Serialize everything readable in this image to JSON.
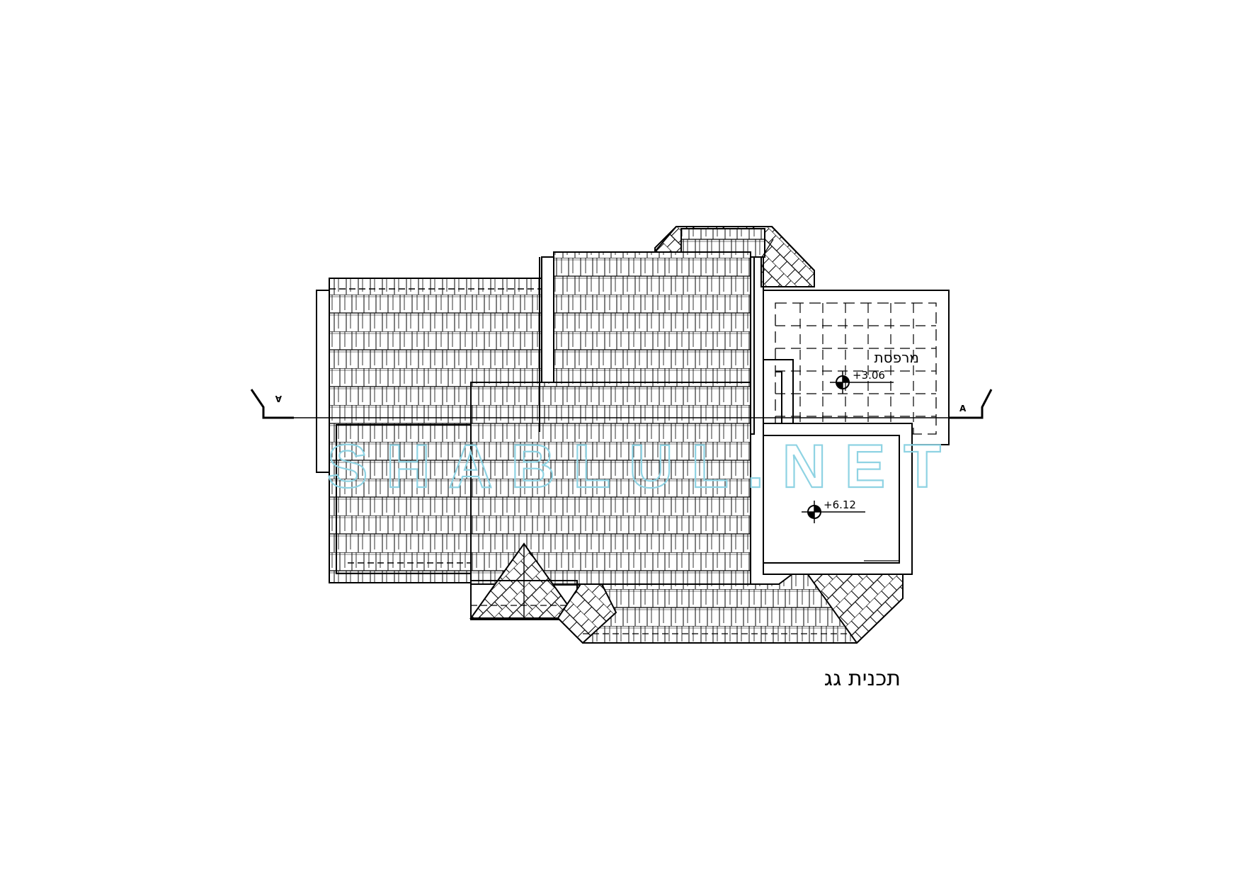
{
  "drawing": {
    "title": "תכנית גג",
    "labels": {
      "balcony": "מרפסת",
      "level_balcony": "+3.06",
      "level_roof": "+6.12"
    },
    "section_marks": {
      "left": "A",
      "right": "A"
    },
    "watermark": "SHABLUL.NET",
    "colors": {
      "line": "#000000",
      "watermark": "#8fd3e3",
      "background": "#ffffff"
    }
  }
}
